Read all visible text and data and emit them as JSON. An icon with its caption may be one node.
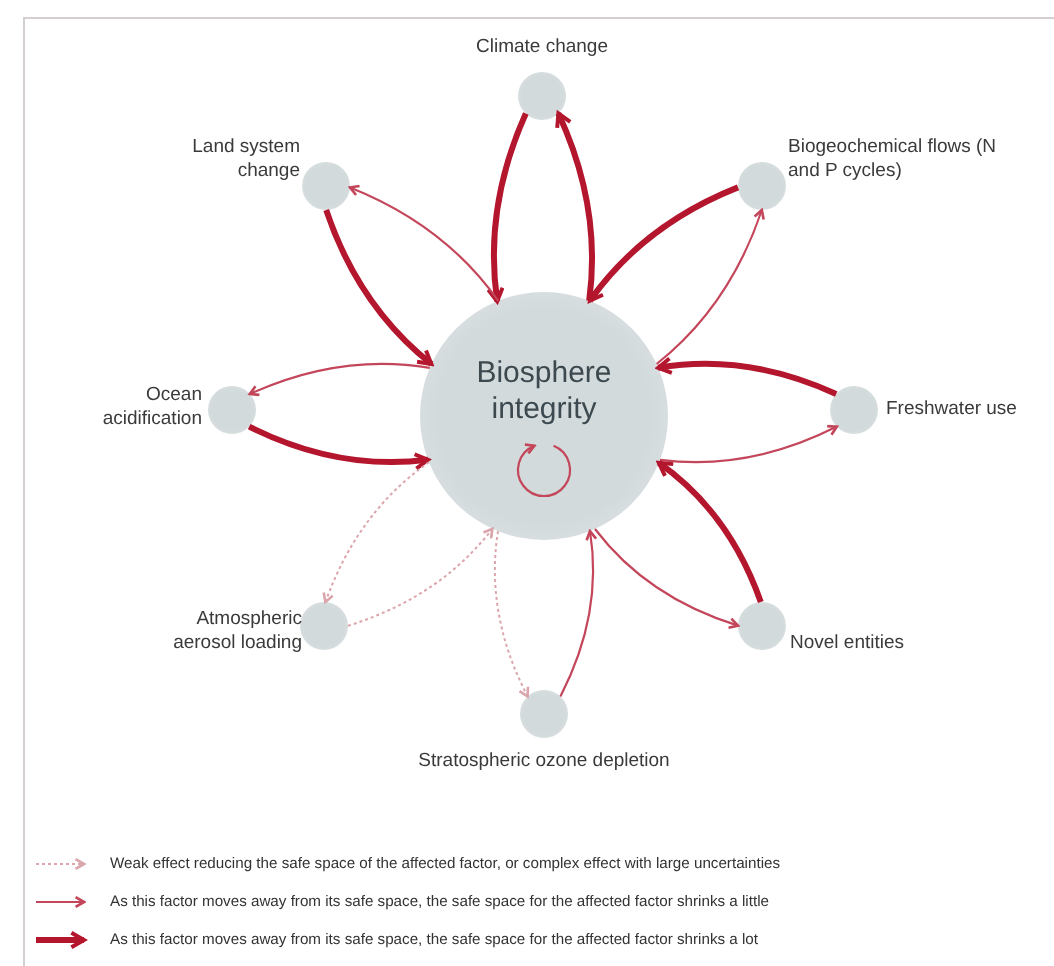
{
  "diagram": {
    "nodes": [
      {
        "text": [
          "Biosphere integrity"
        ]
      },
      {
        "text": [
          "Climate change"
        ]
      },
      {
        "text": [
          "Land system change"
        ]
      },
      {
        "text": [
          "Biogeochemical flows (N and P cycles)"
        ]
      },
      {
        "text": [
          "Ocean acidification"
        ]
      },
      {
        "text": [
          "Freshwater use"
        ]
      },
      {
        "text": [
          "Atmospheric aerosol loading"
        ]
      },
      {
        "text": [
          "Novel entities"
        ]
      },
      {
        "text": [
          "Stratospheric ozone depletion"
        ]
      }
    ],
    "edges": [
      {
        "from": 0,
        "to": 1,
        "arrow": "to",
        "style": "thick"
      },
      {
        "from": 1,
        "to": 0,
        "arrow": "to",
        "style": "thick"
      },
      {
        "from": 2,
        "to": 0,
        "arrow": "to",
        "style": "thick"
      },
      {
        "from": 0,
        "to": 2,
        "arrow": "to"
      },
      {
        "from": 0,
        "to": 3,
        "arrow": "to"
      },
      {
        "from": 3,
        "to": 0,
        "arrow": "to",
        "style": "thick"
      },
      {
        "from": 4,
        "to": 0,
        "arrow": "to",
        "style": "thick"
      },
      {
        "from": 0,
        "to": 4,
        "arrow": "to"
      },
      {
        "from": 0,
        "to": 5,
        "arrow": "to"
      },
      {
        "from": 5,
        "to": 0,
        "arrow": "to",
        "style": "thick"
      },
      {
        "from": 6,
        "to": 0,
        "arrow": "to",
        "style": "dashed",
        "color": "#dba5ac"
      },
      {
        "from": 0,
        "to": 6,
        "arrow": "to",
        "style": "dashed",
        "color": "#dba5ac"
      },
      {
        "from": 8,
        "to": 0,
        "arrow": "to"
      },
      {
        "from": 0,
        "to": 8,
        "arrow": "to",
        "style": "dashed",
        "color": "#dba5ac"
      },
      {
        "from": 0,
        "to": 7,
        "arrow": "to"
      },
      {
        "from": 7,
        "to": 0,
        "arrow": "to",
        "style": "thick"
      },
      {
        "from": 0,
        "to": 0,
        "arrow": "to"
      }
    ],
    "legend": [
      {
        "text": "Weak effect reducing the safe space of the affected factor, or complex effect with large uncertainties"
      },
      {
        "text": "As this factor moves away from its safe space, the safe space for the affected factor shrinks a little"
      },
      {
        "text": "As this factor moves away from its safe space, the safe space for the affected factor shrinks a lot"
      }
    ]
  }
}
